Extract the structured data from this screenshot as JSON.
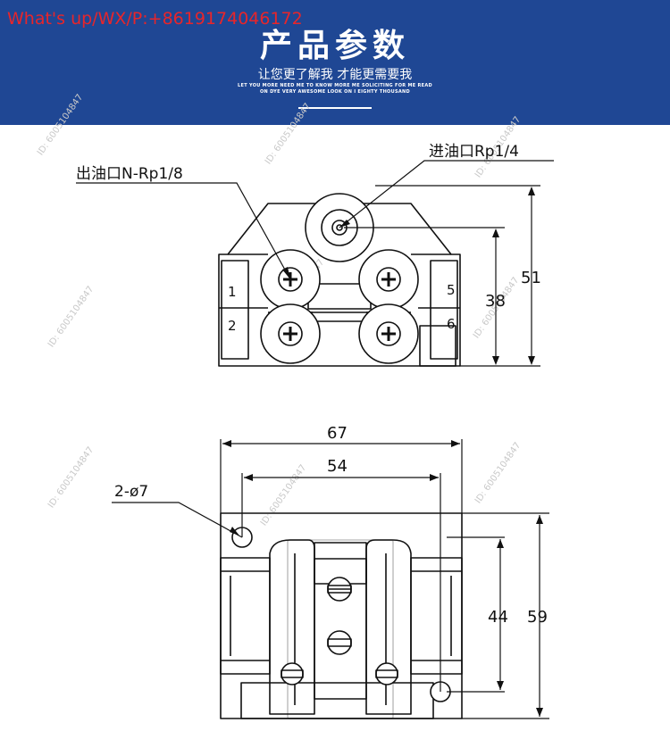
{
  "banner": {
    "contact": "What's up/WX/P:+8619174046172",
    "title": "产品参数",
    "subtitle": "让您更了解我 才能更需要我",
    "tagline_1": "LET YOU MORE NEED ME TO KNOW MORE ME SOLICITING FOR ME READ",
    "tagline_2": "ON DYE VERY AWESOME LOOK ON I EIGHTY THOUSAND",
    "colors": {
      "background": "#1f4794",
      "contact_text": "#e8252a",
      "text": "#ffffff"
    }
  },
  "drawing": {
    "top_view": {
      "outlet_label": "出油口N-Rp1/8",
      "inlet_label": "进油口Rp1/4",
      "port_1": "1",
      "port_2": "2",
      "port_5": "5",
      "port_6": "6",
      "dim_height_inner": "38",
      "dim_height_outer": "51"
    },
    "front_view": {
      "dim_width_outer": "67",
      "dim_width_inner": "54",
      "hole_label": "2-ø7",
      "dim_height_inner": "44",
      "dim_height_outer": "59"
    },
    "watermark": "ID: 6005104847"
  }
}
